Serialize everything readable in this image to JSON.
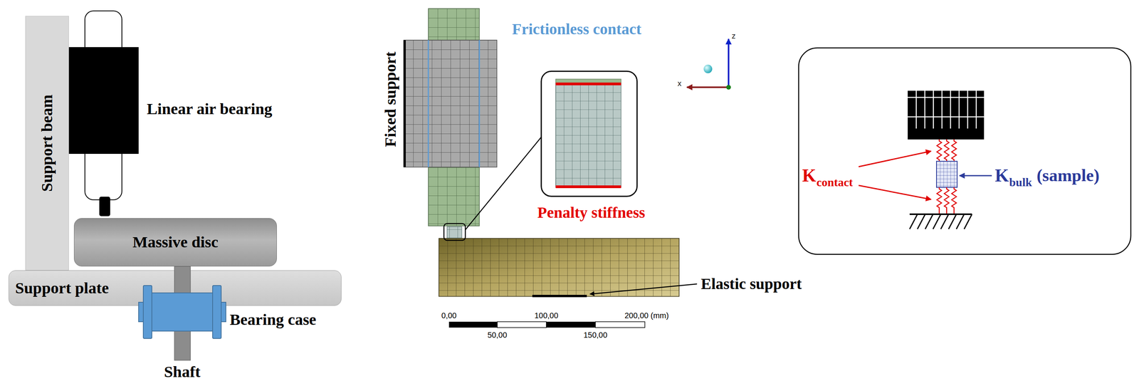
{
  "diagram": {
    "nodes": [
      {
        "text": [
          "Support beam"
        ]
      },
      {
        "text": [
          "Massive disc"
        ]
      },
      {
        "text": [
          "Support plate"
        ]
      }
    ],
    "labels": [
      "Linear air bearing",
      "Bearing case",
      "Shaft",
      "Fixed support",
      "Frictionless contact",
      "Penalty stiffness",
      "Elastic support",
      "0,00",
      "50,00",
      "100,00",
      "150,00",
      "200,00 (mm)",
      "z",
      "x",
      "K",
      "contact",
      "K",
      "bulk",
      "(sample)"
    ]
  }
}
